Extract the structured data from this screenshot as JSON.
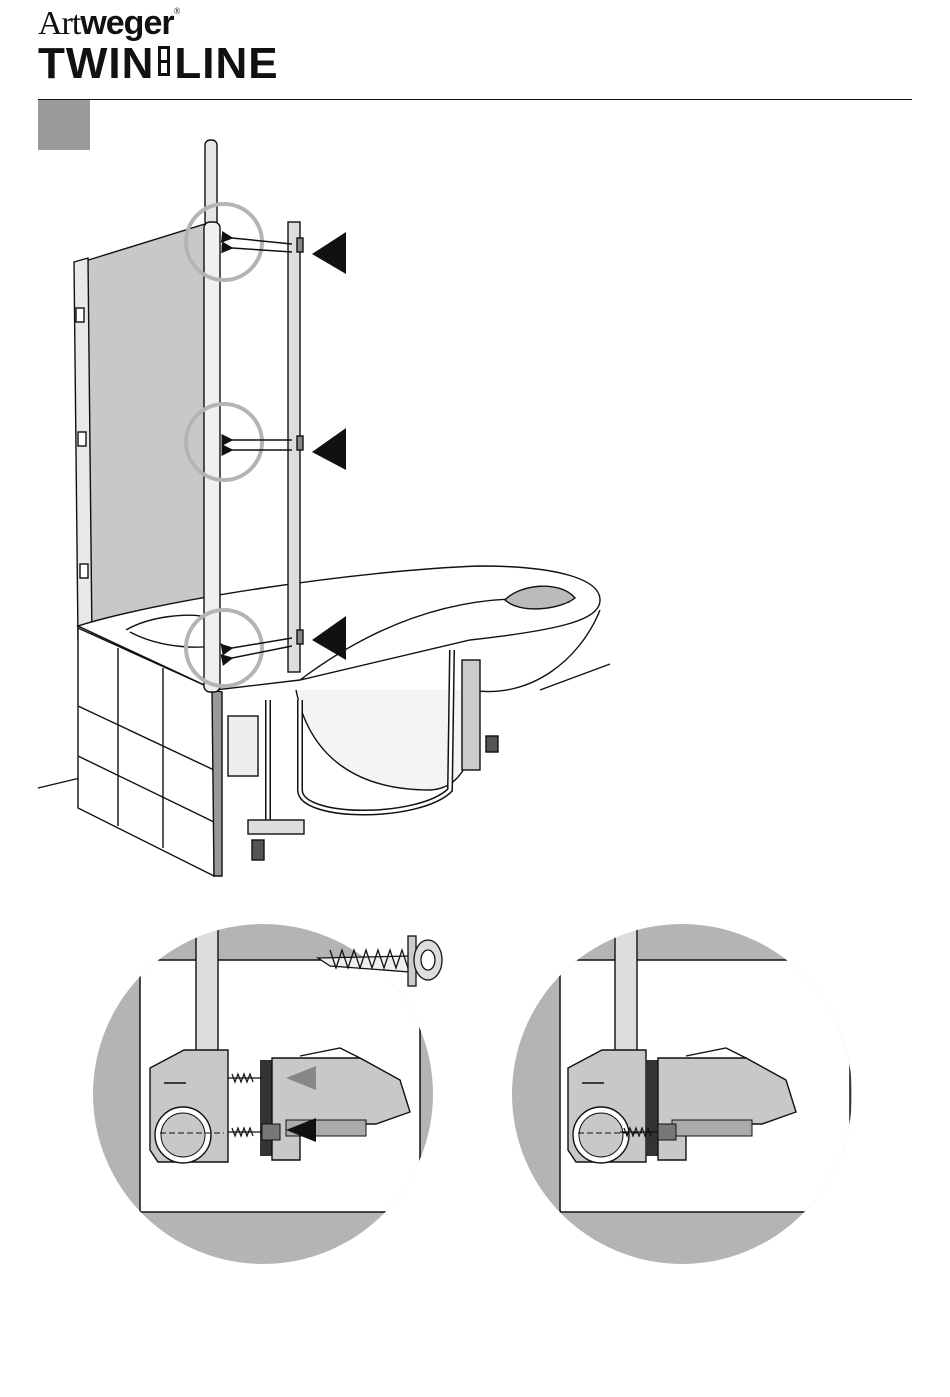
{
  "header": {
    "brand_top_light": "Art",
    "brand_top_bold": "weger",
    "brand_top_mark": "®",
    "brand_bottom_left": "TWIN",
    "brand_bottom_right": "LINE"
  },
  "colors": {
    "step_box": "#9a9a9a",
    "glass_panel": "#c8c8c8",
    "detail_circle": "#b4b4b4",
    "line": "#111111"
  },
  "icons": [
    "step-indicator-box",
    "push-arrow-icon",
    "screw-icon",
    "zoom-circle-icon"
  ]
}
